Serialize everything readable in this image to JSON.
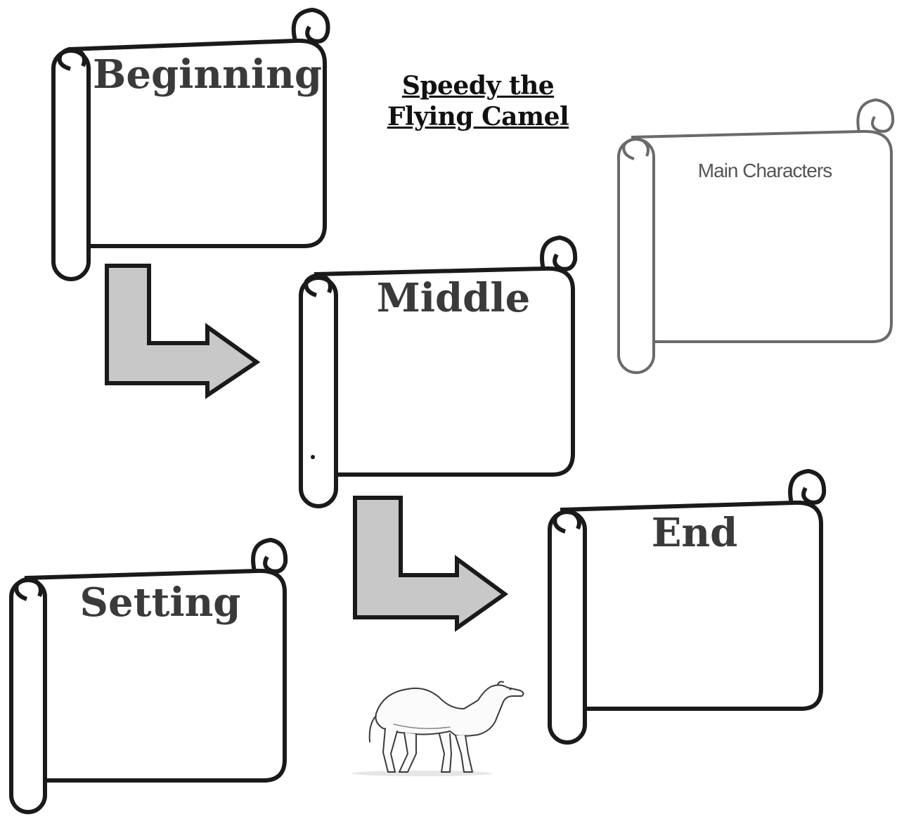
{
  "title": {
    "line1": "Speedy the",
    "line2": "Flying Camel"
  },
  "scrolls": {
    "beginning": "Beginning",
    "middle": "Middle",
    "end": "End",
    "setting": "Setting",
    "main_characters": "Main Characters"
  },
  "colors": {
    "outline": "#1a1a1a",
    "faded_outline": "#6a6a6a",
    "arrow_fill": "#c8c8c8",
    "title_text": "#3a3a3a"
  }
}
